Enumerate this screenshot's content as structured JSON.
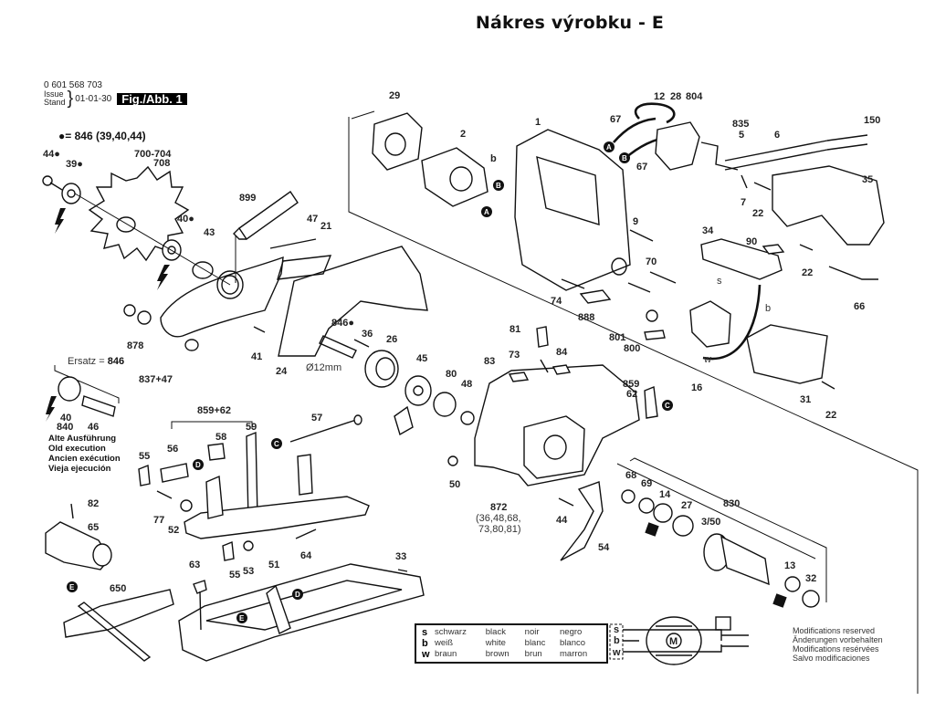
{
  "title": "Nákres výrobku - E",
  "header": {
    "part_number": "0 601 568 703",
    "issue_label_1": "Issue",
    "issue_label_2": "Stand",
    "issue_date": "01-01-30",
    "figure_label": "Fig./Abb. 1"
  },
  "set_note": "●= 846 (39,40,44)",
  "replacement_note": {
    "prefix": "Ersatz =",
    "value": "846"
  },
  "old_execution": [
    "Alte Ausführung",
    "Old execution",
    "Ancien exécution",
    "Vieja ejecución"
  ],
  "wire_colors": [
    {
      "key": "s",
      "de": "schwarz",
      "en": "black",
      "fr": "noir",
      "es": "negro"
    },
    {
      "key": "b",
      "de": "weiß",
      "en": "white",
      "fr": "blanc",
      "es": "blanco"
    },
    {
      "key": "w",
      "de": "braun",
      "en": "brown",
      "fr": "brun",
      "es": "marron"
    }
  ],
  "modifications": [
    "Modifications reserved",
    "Änderungen vorbehalten",
    "Modifications resérvées",
    "Salvo modificaciones"
  ],
  "schematic": {
    "motor_label": "M",
    "wire_keys": [
      "s",
      "b",
      "w"
    ]
  },
  "connectors": [
    "A",
    "B",
    "C",
    "D",
    "E"
  ],
  "part_labels": {
    "p44a": "44●",
    "p39": "39●",
    "p700": "700-704",
    "p708": "708",
    "p40a": "40●",
    "p43": "43",
    "p899": "899",
    "p47": "47",
    "p21": "21",
    "p878": "878",
    "p837": "837+47",
    "p41": "41",
    "p24": "24",
    "p846b": "846●",
    "p36": "36",
    "p26": "26",
    "p45": "45",
    "p12mm": "Ø12mm",
    "p80": "80",
    "p48": "48",
    "p29": "29",
    "p2": "2",
    "pb1": "b",
    "p1": "1",
    "p67a": "67",
    "p67b": "67",
    "p12": "12",
    "p28": "28",
    "p804": "804",
    "p835": "835",
    "p5": "5",
    "p6": "6",
    "p150": "150",
    "p7": "7",
    "p22a": "22",
    "p35": "35",
    "p9": "9",
    "p70": "70",
    "p74": "74",
    "p888": "888",
    "p34": "34",
    "p90": "90",
    "p22b": "22",
    "p66": "66",
    "ps": "s",
    "pb2": "b",
    "pw": "w",
    "p801": "801",
    "p800": "800",
    "p16": "16",
    "p31": "31",
    "p22c": "22",
    "p81": "81",
    "p73": "73",
    "p84": "84",
    "p83": "83",
    "p859a": "859",
    "p62a": "62",
    "p50": "50",
    "p872": "872",
    "p872sub1": "(36,48,68,",
    "p872sub2": "73,80,81)",
    "p44b": "44",
    "p54": "54",
    "p68": "68",
    "p69": "69",
    "p14": "14",
    "p27": "27",
    "p830": "830",
    "p350": "3/50",
    "p13": "13",
    "p32": "32",
    "p40b": "40",
    "p840": "840",
    "p46": "46",
    "p859b": "859+62",
    "p59": "59",
    "p57": "57",
    "p58": "58",
    "p56": "56",
    "p55a": "55",
    "p77": "77",
    "p52": "52",
    "p64": "64",
    "p55b": "55",
    "p53": "53",
    "p82": "82",
    "p65": "65",
    "p650": "650",
    "p63": "63",
    "p51": "51",
    "p33": "33"
  }
}
